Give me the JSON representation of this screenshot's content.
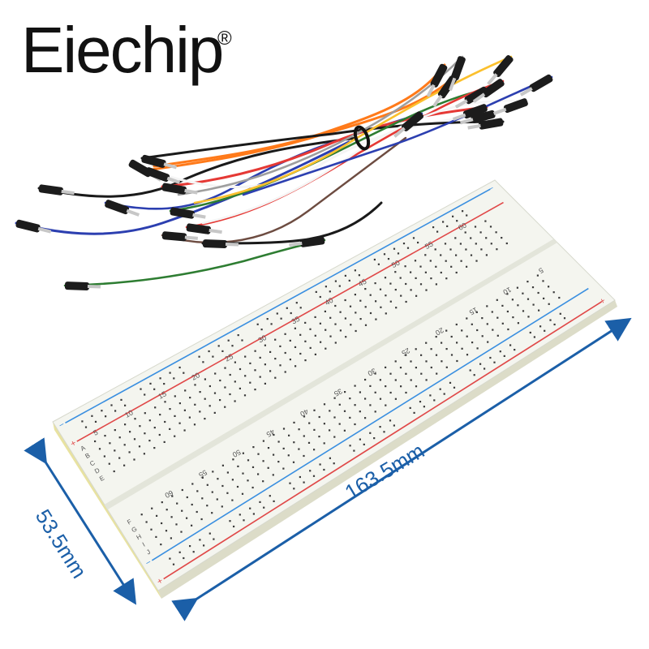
{
  "brand": {
    "name": "Eiechip",
    "registered_mark": "®"
  },
  "dimensions": {
    "length": "163.5mm",
    "width": "53.5mm"
  },
  "breadboard": {
    "column_numbers_top": [
      "5",
      "10",
      "15",
      "20",
      "25",
      "30",
      "35",
      "40",
      "45",
      "50",
      "55",
      "60"
    ],
    "column_numbers_bottom": [
      "5",
      "10",
      "15",
      "20",
      "25",
      "30",
      "35",
      "40",
      "45",
      "50",
      "55",
      "60"
    ],
    "row_letters_top": [
      "A",
      "B",
      "C",
      "D",
      "E"
    ],
    "row_letters_bottom": [
      "F",
      "G",
      "H",
      "I",
      "J"
    ],
    "rail_plus": "+",
    "rail_minus": "−"
  },
  "colors": {
    "board": "#f4f5ef",
    "rail_red": "#e04848",
    "rail_blue": "#3a8fe0",
    "dimension_arrow": "#1b5fa8",
    "wires": [
      "#1a1a1a",
      "#2c3fb0",
      "#ff7a1a",
      "#e53935",
      "#2e7d32",
      "#f5f5f5",
      "#8e24aa",
      "#fbc02d",
      "#6d4c41",
      "#9e9e9e"
    ]
  }
}
